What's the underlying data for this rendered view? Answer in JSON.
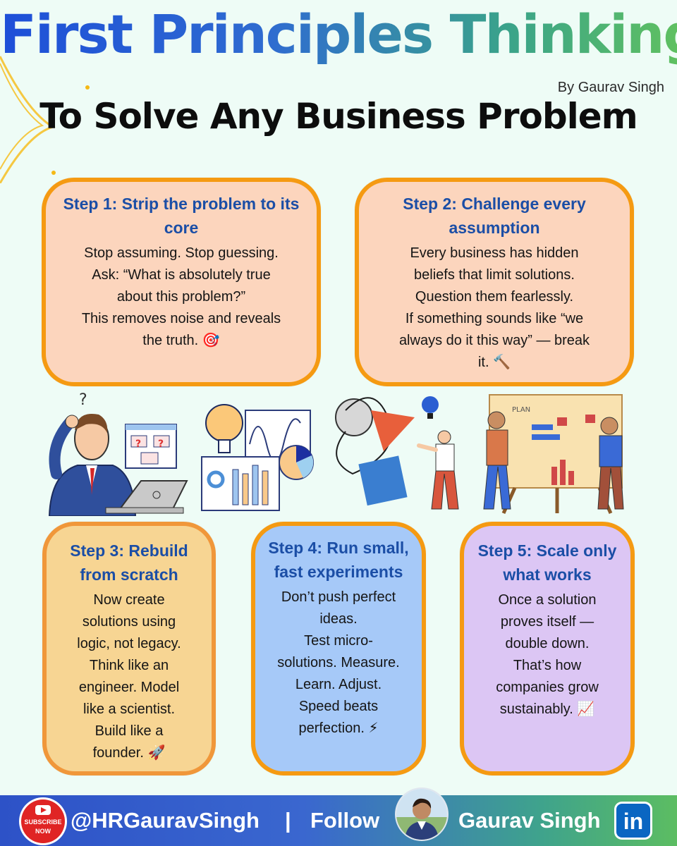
{
  "header": {
    "title": "First Principles Thinking",
    "byline": "By Gaurav Singh",
    "subtitle": "To Solve Any Business Problem"
  },
  "steps": [
    {
      "title": "Step 1: Strip the problem to its core",
      "lines": [
        "Stop assuming. Stop guessing.",
        "Ask: “What is absolutely true",
        "about this problem?”",
        "This removes noise and reveals",
        "the truth. 🎯"
      ]
    },
    {
      "title": "Step 2: Challenge every assumption",
      "lines": [
        "Every business has hidden",
        "beliefs that limit solutions.",
        "Question them fearlessly.",
        "If something sounds like “we",
        "always do it this way” — break",
        "it. 🔨"
      ]
    },
    {
      "title": "Step 3: Rebuild from scratch",
      "lines": [
        "Now create",
        "solutions using",
        "logic, not legacy.",
        "Think like an",
        "engineer. Model",
        "like a scientist.",
        "Build like a",
        "founder. 🚀"
      ]
    },
    {
      "title": "Step 4: Run small, fast experiments",
      "lines": [
        "Don’t push perfect",
        "ideas.",
        "Test micro-",
        "solutions. Measure.",
        "Learn. Adjust.",
        "Speed beats",
        "perfection. ⚡"
      ]
    },
    {
      "title": "Step 5: Scale only what works",
      "lines": [
        "Once a solution",
        "proves itself —",
        "double down.",
        "That’s how",
        "companies grow",
        "sustainably. 📈"
      ]
    }
  ],
  "illustrations": {
    "plan_board_label": "PLAN"
  },
  "footer": {
    "subscribe_line1": "SUBSCRIBE",
    "subscribe_line2": "NOW",
    "handle": "@HRGauravSingh",
    "separator": "|",
    "follow": "Follow",
    "name": "Gaurav Singh",
    "linkedin_label": "in"
  },
  "colors": {
    "card_border": "#f59a12",
    "heading_blue": "#1b4ea6",
    "card_peach": "#fcd5bd",
    "card_yellow": "#f7d593",
    "card_blue": "#a6c9f8",
    "card_lilac": "#dcc6f4"
  }
}
